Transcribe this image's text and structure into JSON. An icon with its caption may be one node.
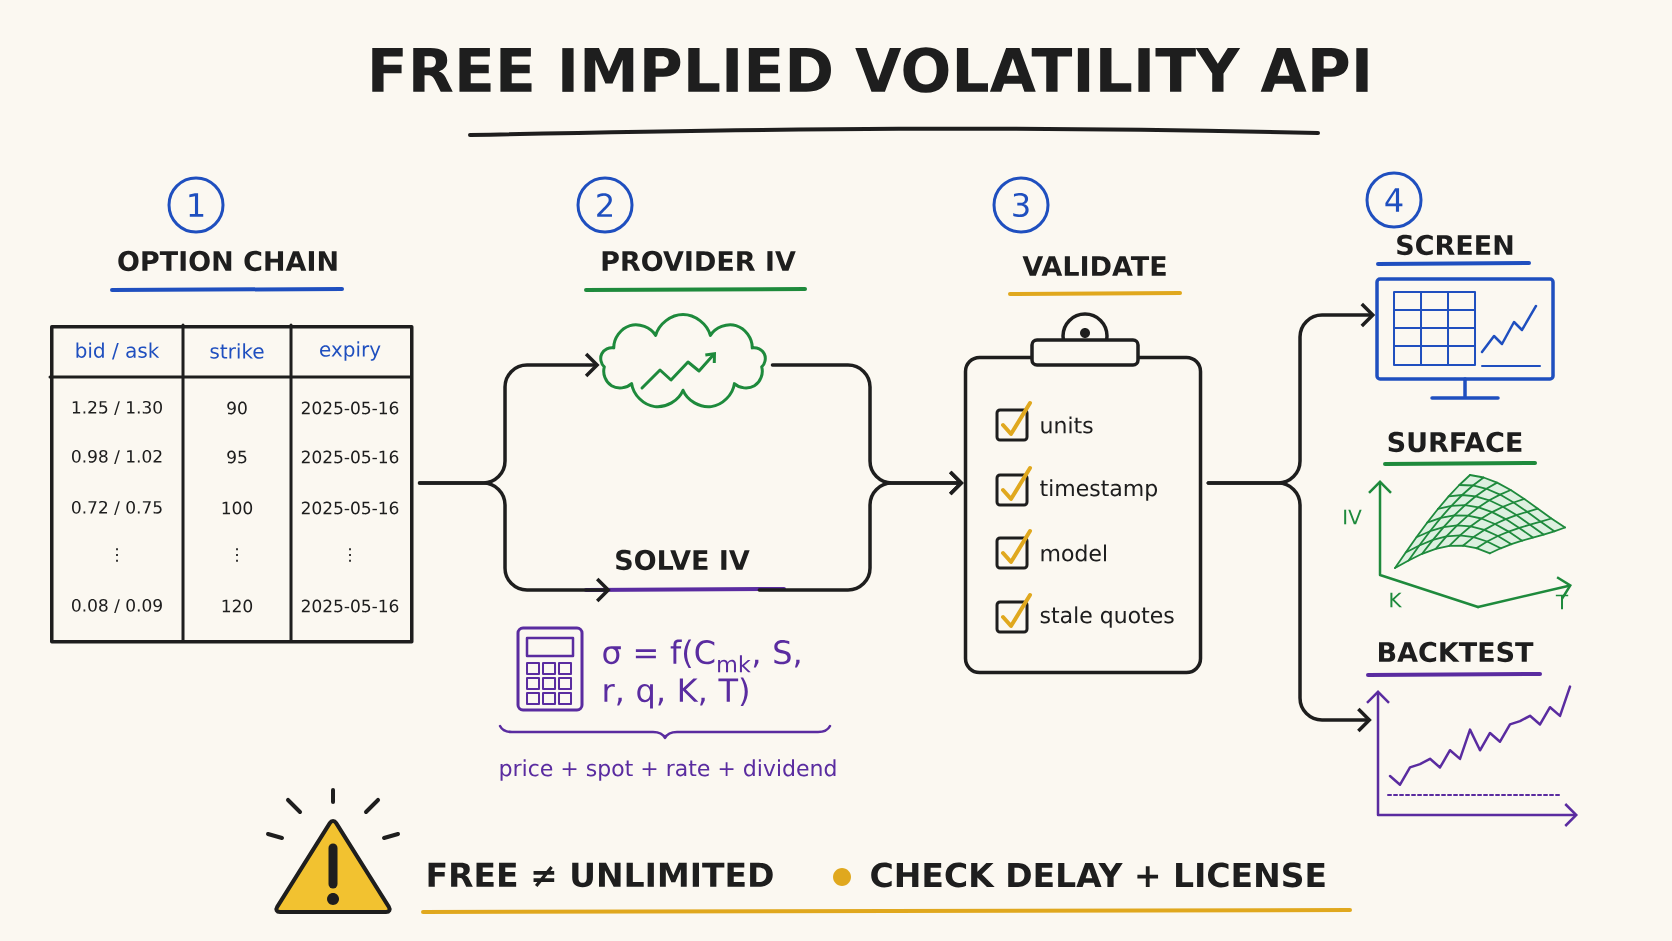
{
  "diagram": {
    "title": "FREE IMPLIED VOLATILITY API",
    "nodes": [
      {
        "text": [
          "OPTION CHAIN"
        ]
      },
      {
        "text": [
          "PROVIDER IV"
        ]
      },
      {
        "text": [
          "SOLVE IV"
        ]
      },
      {
        "text": [
          "VALIDATE",
          "units",
          "timestamp",
          "model",
          "stale quotes"
        ]
      },
      {
        "text": [
          "SCREEN"
        ]
      },
      {
        "text": [
          "SURFACE"
        ]
      },
      {
        "text": [
          "BACKTEST"
        ]
      }
    ],
    "edges": [
      {
        "from": 0,
        "to": 1,
        "arrow": "to"
      },
      {
        "from": 0,
        "to": 2,
        "arrow": "to"
      },
      {
        "from": 1,
        "to": 3,
        "arrow": "to"
      },
      {
        "from": 2,
        "to": 3,
        "arrow": "to"
      },
      {
        "from": 3,
        "to": 4,
        "arrow": "to"
      },
      {
        "from": 3,
        "to": 6,
        "arrow": "to"
      }
    ],
    "labels": [
      "1",
      "2",
      "3",
      "4",
      "bid / ask",
      "strike",
      "expiry",
      "1.25 / 1.30",
      "90",
      "2025-05-16",
      "0.98 / 1.02",
      "95",
      "2025-05-16",
      "0.72 / 0.75",
      "100",
      "2025-05-16",
      "⋮",
      "⋮",
      "⋮",
      "0.08 / 0.09",
      "120",
      "2025-05-16",
      "σ = f(C$_{mk}$, S, r, q, K, T)",
      "price + spot + rate + dividend",
      "IV",
      "K",
      "T",
      "FREE ≠ UNLIMITED",
      "CHECK DELAY + LICENSE"
    ]
  }
}
